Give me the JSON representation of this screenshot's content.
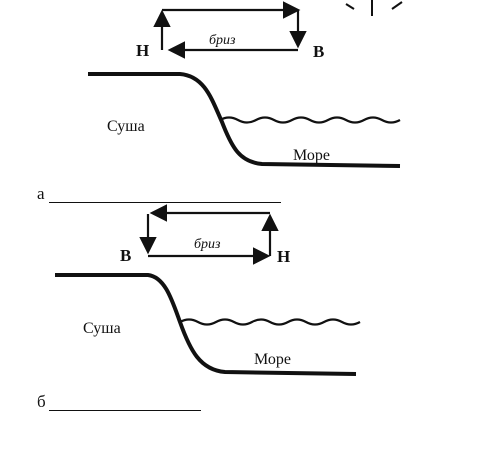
{
  "diagram_a": {
    "left_label": "Н",
    "right_label": "В",
    "breeze_label": "бриз",
    "land_label": "Суша",
    "sea_label": "Море",
    "answer_prefix": "а"
  },
  "diagram_b": {
    "left_label": "В",
    "right_label": "Н",
    "breeze_label": "бриз",
    "land_label": "Суша",
    "sea_label": "Море",
    "answer_prefix": "б"
  },
  "icons": {
    "sun": "sun-icon"
  }
}
